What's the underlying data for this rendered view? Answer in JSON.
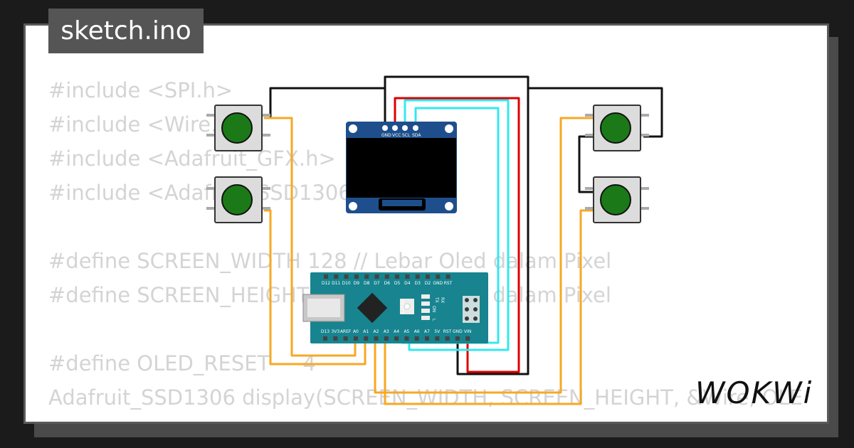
{
  "title": "sketch.ino",
  "code_lines": [
    "#include <SPI.h>",
    "#include <Wire.h>",
    "#include <Adafruit_GFX.h>",
    "#include <Adafruit_SSD1306.h>",
    "",
    "#define SCREEN_WIDTH 128 // Lebar Oled dalam Pixel",
    "#define SCREEN_HEIGHT 64 // Tinggi Oled dalam Pixel",
    "",
    "#define OLED_RESET     4",
    "Adafruit_SSD1306 display(SCREEN_WIDTH, SCREEN_HEIGHT, &Wire, OLE"
  ],
  "oled": {
    "pins": [
      "GND",
      "VCC",
      "SCL",
      "SDA"
    ]
  },
  "arduino": {
    "top_pins": [
      "D12",
      "D11",
      "D10",
      "D9",
      "D8",
      "D7",
      "D6",
      "D5",
      "D4",
      "D3",
      "D2",
      "GND",
      "RST",
      "RX0",
      "TX1"
    ],
    "bottom_pins": [
      "D13",
      "3V3",
      "AREF",
      "A0",
      "A1",
      "A2",
      "A3",
      "A4",
      "A5",
      "A6",
      "A7",
      "5V",
      "RST",
      "GND",
      "VIN"
    ],
    "leds": [
      "TX",
      "RX",
      "ON",
      "L"
    ],
    "reset_label": "RESET"
  },
  "logo_text": "WOKWi",
  "colors": {
    "wire_black": "#111111",
    "wire_red": "#dd0000",
    "wire_cyan": "#33e8f0",
    "wire_orange": "#f7a823",
    "board_teal": "#17848f",
    "oled_blue": "#1e4f8c",
    "button_green": "#1b7a17"
  }
}
